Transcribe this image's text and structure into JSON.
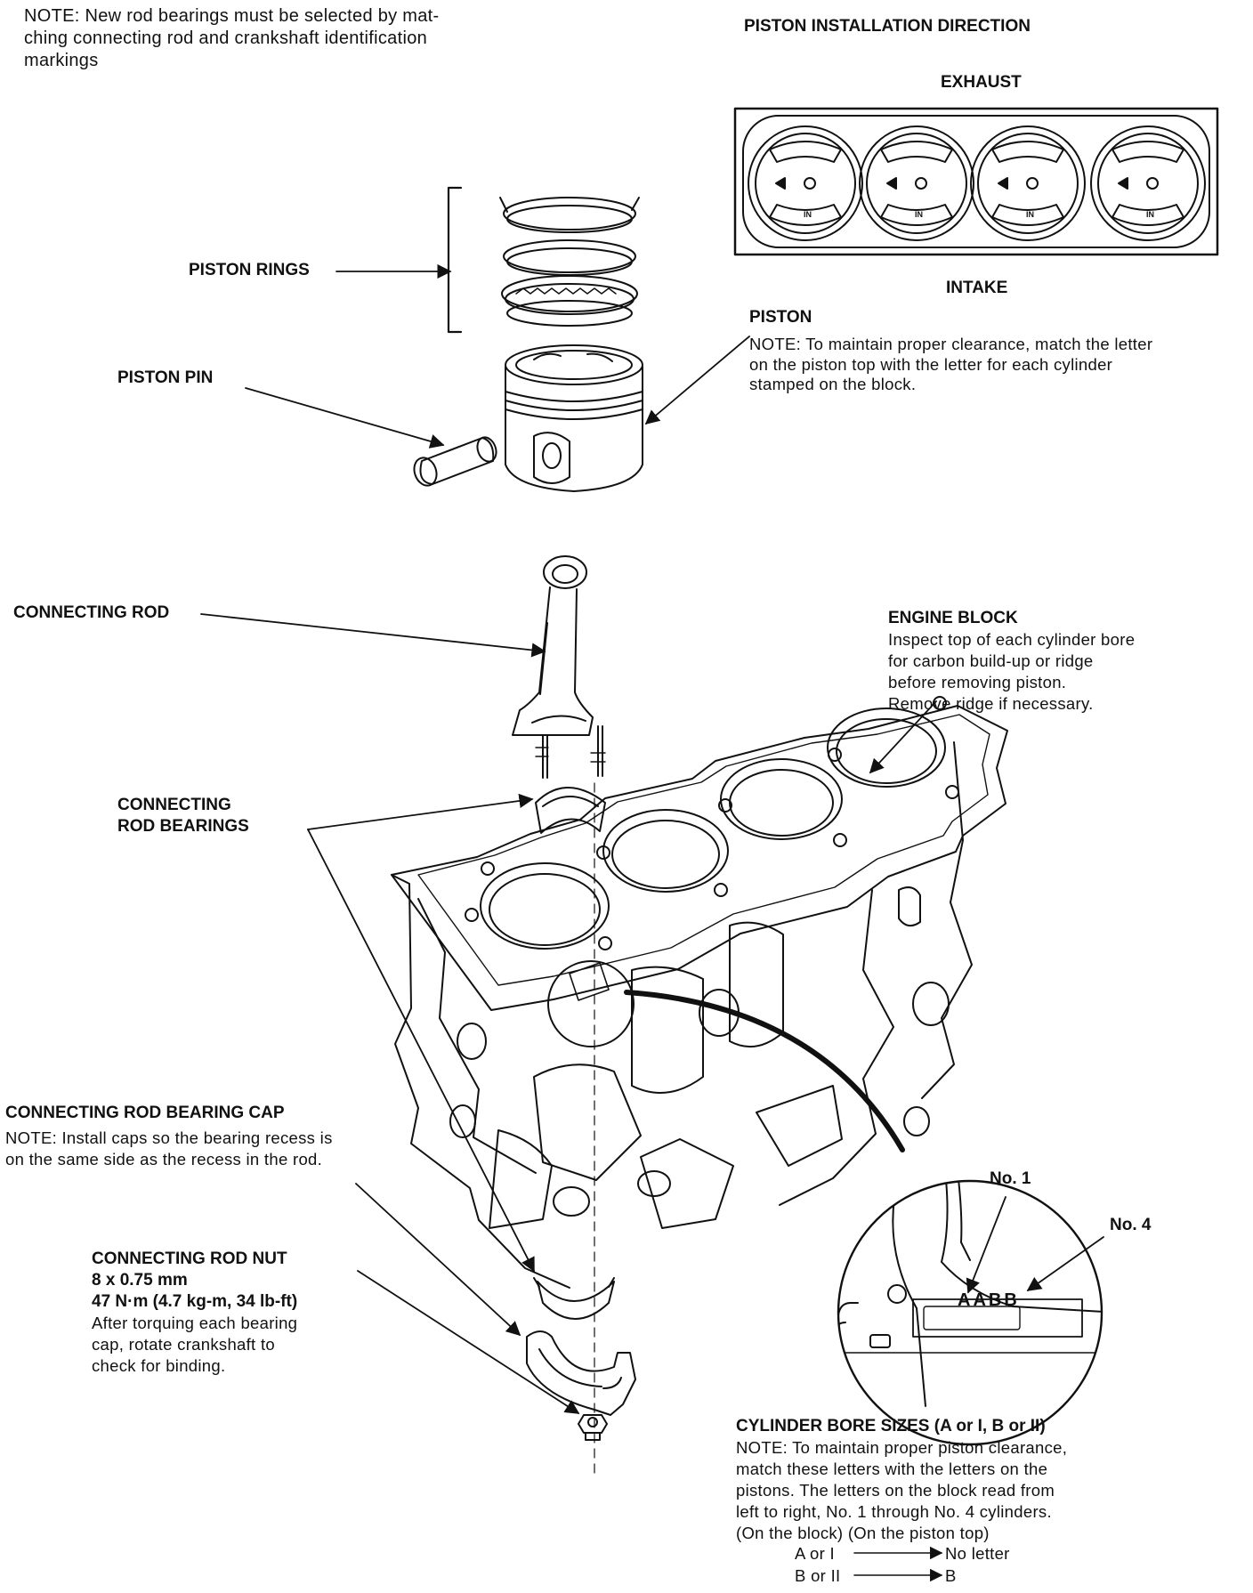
{
  "top_note": [
    "NOTE:  New rod bearings must be selected by mat-",
    "ching connecting rod and crankshaft identification",
    "markings"
  ],
  "piston_direction": {
    "title": "PISTON INSTALLATION DIRECTION",
    "exhaust": "EXHAUST",
    "intake": "INTAKE",
    "mark": "IN"
  },
  "piston_rings": "PISTON RINGS",
  "piston_pin": "PISTON PIN",
  "piston": {
    "title": "PISTON",
    "note": [
      "NOTE: To maintain proper clearance, match the letter",
      "on the piston top with the letter for each cylinder",
      "stamped on the block."
    ]
  },
  "connecting_rod": "CONNECTING ROD",
  "engine_block": {
    "title": "ENGINE  BLOCK",
    "note": [
      "Inspect top of each cylinder bore",
      "for carbon build-up or ridge",
      "before removing piston.",
      "Remove ridge if necessary."
    ]
  },
  "rod_bearings": [
    "CONNECTING",
    "ROD BEARINGS"
  ],
  "bearing_cap": {
    "title": "CONNECTING ROD BEARING CAP",
    "note": [
      "NOTE: Install caps so the bearing recess is",
      "on the same side as the recess in the rod."
    ]
  },
  "rod_nut": {
    "title": "CONNECTING ROD NUT",
    "spec1": "8 x 0.75 mm",
    "spec2": "47 N·m (4.7 kg-m, 34 lb-ft)",
    "note": [
      "After torquing each bearing",
      "cap, rotate crankshaft to",
      "check for binding."
    ]
  },
  "detail": {
    "no1": "No. 1",
    "no4": "No. 4",
    "code": "AABB"
  },
  "bore_sizes": {
    "title": "CYLINDER BORE SIZES (A or I, B or II)",
    "note": [
      "NOTE: To maintain proper piston clearance,",
      "match these letters with the letters on the",
      "pistons. The letters on the block read from",
      "left to right, No. 1 through No. 4 cylinders.",
      "(On the block)    (On the piston top)"
    ],
    "rows": [
      {
        "left": "A or I",
        "right": "No letter"
      },
      {
        "left": "B or II",
        "right": "B"
      }
    ]
  }
}
